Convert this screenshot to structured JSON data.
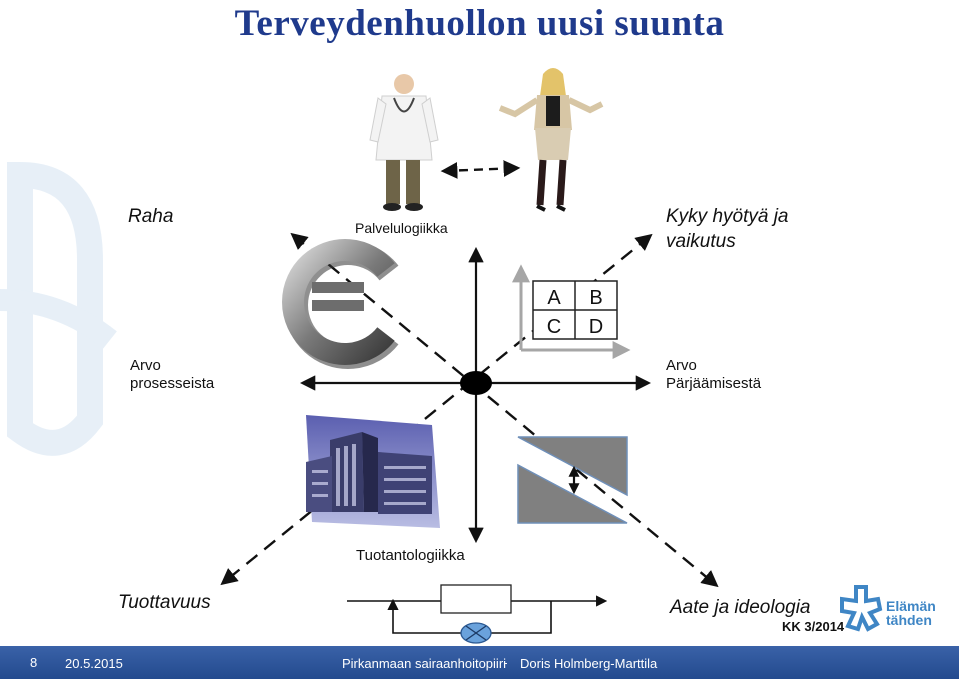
{
  "title": "Terveydenhuollon uusi suunta",
  "labels": {
    "raha": "Raha",
    "palvelulogiikka": "Palvelulogiikka",
    "kyky_line1": "Kyky hyötyä ja",
    "kyky_line2": "vaikutus",
    "arvo_left_line1": "Arvo",
    "arvo_left_line2": "prosesseista",
    "arvo_right_line1": "Arvo",
    "arvo_right_line2": "Pärjäämisestä",
    "tuotantologiikka": "Tuotantologiikka",
    "tuottavuus": "Tuottavuus",
    "aate": "Aate ja ideologia",
    "kk": "KK 3/2014"
  },
  "matrix": [
    "A",
    "B",
    "C",
    "D"
  ],
  "icons": {
    "euro": "euro-sign-icon",
    "doctor": "doctor-figure",
    "woman": "woman-figure",
    "hospital": "hospital-building",
    "logo": "elaman-tahden-logo"
  },
  "logo": {
    "line1": "Elämän",
    "line2": "tähden"
  },
  "footer": {
    "page": "8",
    "date": "20.5.2015",
    "org": "Pirkanmaan sairaanhoitopiiri",
    "author": "Doris Holmberg-Marttila"
  },
  "colors": {
    "title": "#1f3a8c",
    "footer": "#2b539a",
    "gray_shape": "#7f7f7f",
    "logo_blue": "#3f86c5"
  }
}
